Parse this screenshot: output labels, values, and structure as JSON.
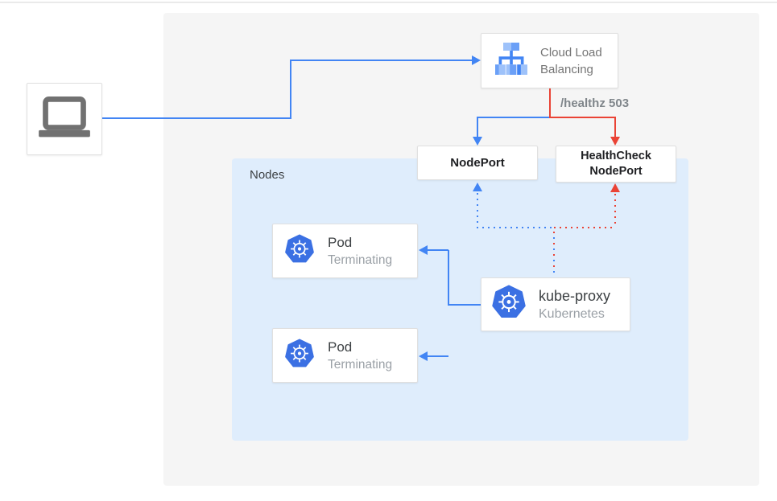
{
  "client": {
    "icon": "laptop-icon"
  },
  "cloud_load_balancing": {
    "icon": "cloud-load-balancing-icon",
    "label": [
      "Cloud Load",
      "Balancing"
    ]
  },
  "healthz_label": "/healthz 503",
  "nodeport": {
    "label": "NodePort"
  },
  "healthcheck_nodeport": {
    "label": [
      "HealthCheck",
      "NodePort"
    ]
  },
  "nodes": {
    "label": "Nodes"
  },
  "kube_proxy": {
    "icon": "kubernetes-icon",
    "title": "kube-proxy",
    "subtitle": "Kubernetes"
  },
  "pods": [
    {
      "icon": "kubernetes-icon",
      "title": "Pod",
      "subtitle": "Terminating"
    },
    {
      "icon": "kubernetes-icon",
      "title": "Pod",
      "subtitle": "Terminating"
    }
  ],
  "connections": [
    {
      "from": "client",
      "to": "cloud-load-balancing",
      "style": "solid",
      "color": "blue"
    },
    {
      "from": "cloud-load-balancing",
      "to": "nodeport",
      "style": "solid",
      "color": "blue"
    },
    {
      "from": "cloud-load-balancing",
      "to": "healthcheck-nodeport",
      "style": "solid",
      "color": "red",
      "label": "/healthz 503"
    },
    {
      "from": "kube-proxy",
      "to": "nodeport",
      "style": "dotted",
      "color": "blue"
    },
    {
      "from": "kube-proxy",
      "to": "healthcheck-nodeport",
      "style": "dotted",
      "color": "red"
    },
    {
      "from": "kube-proxy",
      "to": "pod-1",
      "style": "solid",
      "color": "blue"
    },
    {
      "from": "kube-proxy",
      "to": "pod-2",
      "style": "solid",
      "color": "blue"
    }
  ],
  "colors": {
    "blue": "#4285f4",
    "red": "#ea4335",
    "canvas_gray": "#f5f5f5",
    "nodes_panel_blue": "#dfedfc",
    "text_dark": "#202124",
    "text_gray": "#9aa0a6",
    "healthz_gray": "#80868b",
    "kubernetes_blue": "#3b70e3",
    "laptop_gray": "#717171"
  }
}
